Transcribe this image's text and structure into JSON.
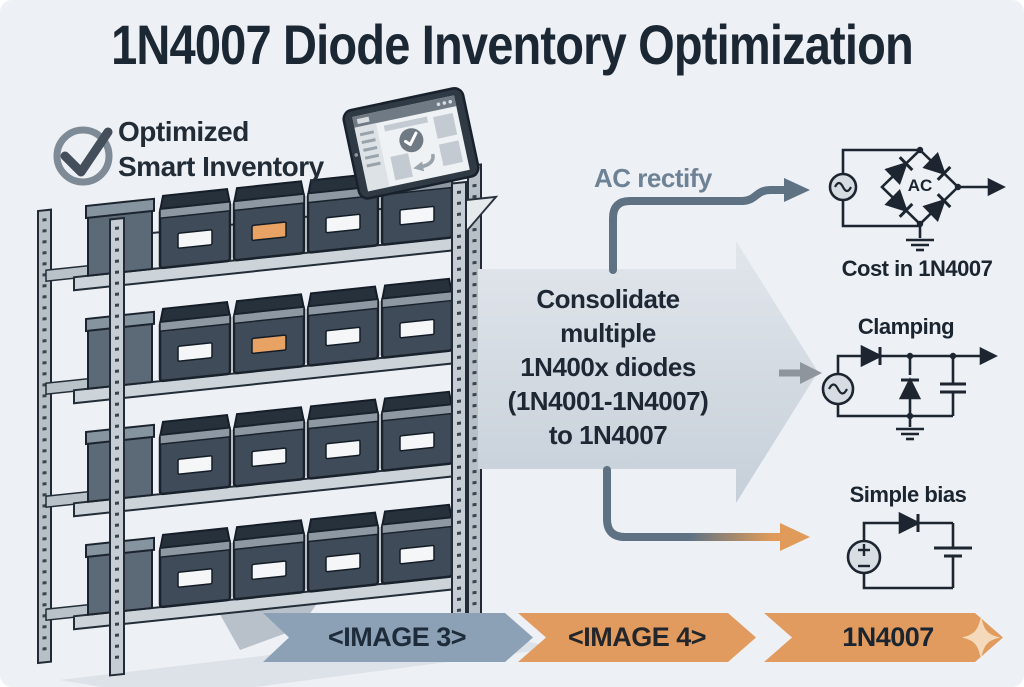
{
  "title": "1N4007 Diode Inventory Optimization",
  "inventory_badge": {
    "line1": "Optimized",
    "line2": "Smart Inventory"
  },
  "shelf": {
    "rows": 4,
    "bins_per_row": 4,
    "highlight_color": "#e8a263",
    "highlighted_bins": [
      "row-1-bin-2",
      "row-2-bin-2"
    ]
  },
  "flow": {
    "consolidate_lines": [
      "Consolidate",
      "multiple",
      "1N400x diodes",
      "(1N4001-1N4007)",
      "to 1N4007"
    ],
    "top_branch_label": "AC rectify"
  },
  "circuits": [
    {
      "name": "bridge-rectifier",
      "center_label": "AC",
      "caption": "Cost in 1N4007"
    },
    {
      "name": "clamping",
      "title": "Clamping"
    },
    {
      "name": "simple-bias",
      "title": "Simple bias"
    }
  ],
  "banner": {
    "steps": [
      {
        "label": "<IMAGE 3>",
        "color": "#8ca1b5"
      },
      {
        "label": "<IMAGE 4>",
        "color": "#e29b5e"
      },
      {
        "label": "1N4007",
        "color": "#e29b5e"
      }
    ],
    "sparkle_color": "#f4dabb"
  },
  "colors": {
    "background": "#eef1f5",
    "ink": "#1c2530",
    "slate": "#5e7284",
    "orange": "#e09b5a"
  }
}
